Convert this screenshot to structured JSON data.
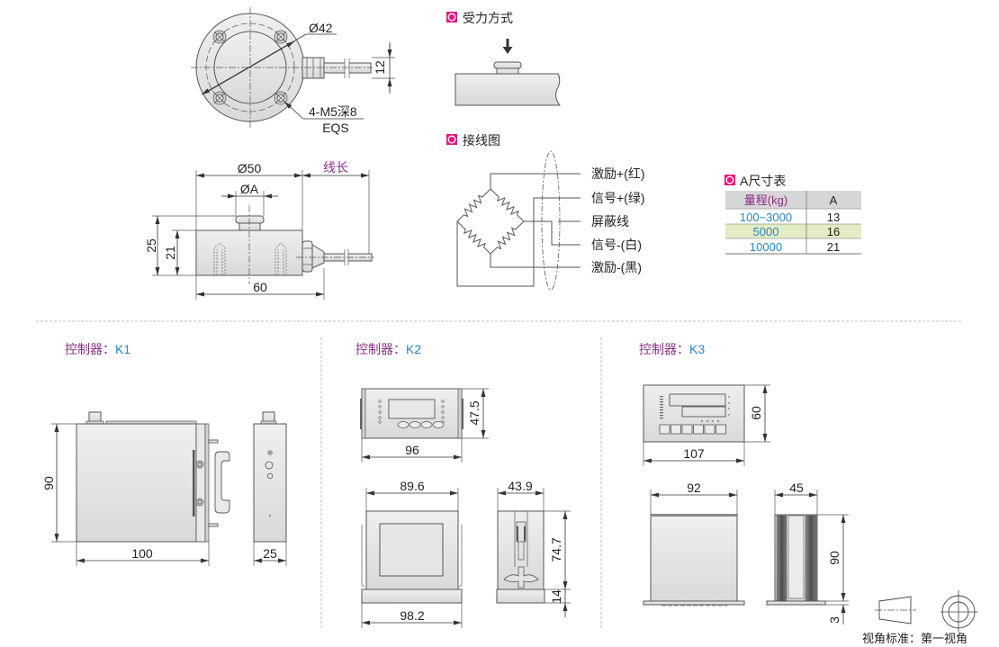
{
  "sensor": {
    "top_view": {
      "flange_diameter": "Ø42",
      "cable_height": "12",
      "hole_spec": "4-M5深8",
      "model": "EQS"
    },
    "side_view": {
      "body_diameter": "Ø50",
      "cable_length": "线长",
      "button_diameter": "ØA",
      "total_height": "25",
      "body_height": "21",
      "overall_length": "60"
    }
  },
  "load_method": {
    "title": "受力方式"
  },
  "wiring": {
    "title": "接线图",
    "wires": [
      "激励+(红)",
      "信号+(绿)",
      "屏蔽线",
      "信号-(白)",
      "激励-(黑)"
    ]
  },
  "a_table": {
    "title": "A尺寸表",
    "headers": [
      "量程(kg)",
      "A"
    ],
    "rows": [
      {
        "range": "100~3000",
        "a": "13",
        "highlight": false
      },
      {
        "range": "5000",
        "a": "16",
        "highlight": true
      },
      {
        "range": "10000",
        "a": "21",
        "highlight": false
      }
    ]
  },
  "controllers": {
    "label": "控制器：",
    "k1": {
      "model": "K1",
      "front_height": "90",
      "front_width": "100",
      "side_width": "25"
    },
    "k2": {
      "model": "K2",
      "panel_width": "96",
      "panel_height": "47.5",
      "body_width": "89.6",
      "bezel_width": "98.2",
      "side_depth": "43.9",
      "side_height": "74.7",
      "bezel_height": "14"
    },
    "k3": {
      "model": "K3",
      "panel_width": "107",
      "panel_height": "60",
      "body_width": "92",
      "side_depth": "45",
      "side_height": "90",
      "bezel_height": "3"
    }
  },
  "view_standard": {
    "label": "视角标准：第一视角"
  },
  "colors": {
    "accent_pink": "#e5187f",
    "title_purple": "#8b2d86",
    "model_blue": "#2687c6",
    "table_header_bg": "#d6d6d6",
    "highlight_row_bg": "#e3ebc4"
  }
}
